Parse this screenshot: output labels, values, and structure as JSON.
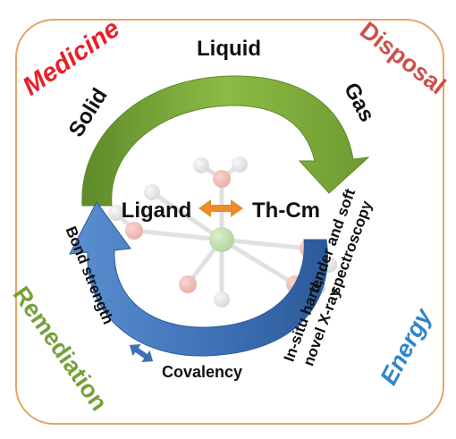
{
  "corners": {
    "medicine": "Medicine",
    "disposal": "Disposal",
    "remediation": "Remediation",
    "energy": "Energy"
  },
  "cycle": {
    "liquid": "Liquid",
    "solid": "Solid",
    "gas": "Gas",
    "ligand": "Ligand",
    "thcm": "Th-Cm",
    "bond_strength": "Bond strength",
    "covalency": "Covalency",
    "spectroscopy_line1": "In-situ hard,",
    "spectroscopy_line2": "tender and soft",
    "spectroscopy_line3": "novel X-ray",
    "spectroscopy_line4": "spectroscopy"
  },
  "colors": {
    "medicine": "#e8202a",
    "disposal": "#cd4f4a",
    "remediation": "#76a03a",
    "energy": "#2f85c9",
    "frame": "#e6a468",
    "green_arrow": "#7ea83a",
    "blue_arrow": "#3d6fb5",
    "orange_arrow": "#ec8b2a"
  }
}
